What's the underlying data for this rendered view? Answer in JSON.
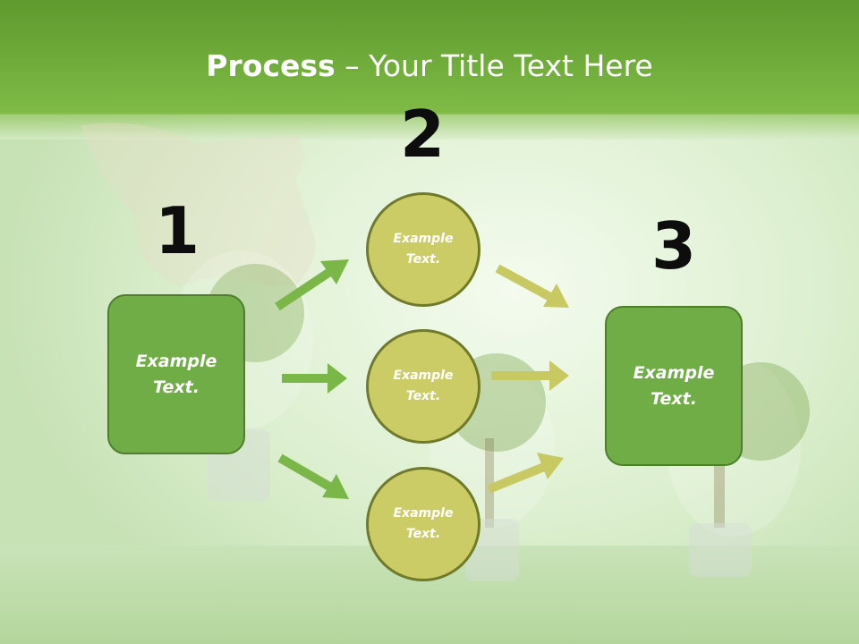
{
  "slide": {
    "title_bold": "Process",
    "title_rest": " – Your Title Text Here"
  },
  "steps": {
    "one": "1",
    "two": "2",
    "three": "3"
  },
  "boxes": {
    "left": "Example Text.",
    "right": "Example Text."
  },
  "circles": {
    "top": "Example Text.",
    "middle": "Example Text.",
    "bottom": "Example Text."
  },
  "colors": {
    "header": "#76b43a",
    "box_fill": "#70ad47",
    "circle_fill": "#cccc66",
    "arrow_green": "#7ab648",
    "arrow_olive": "#c9c964"
  }
}
